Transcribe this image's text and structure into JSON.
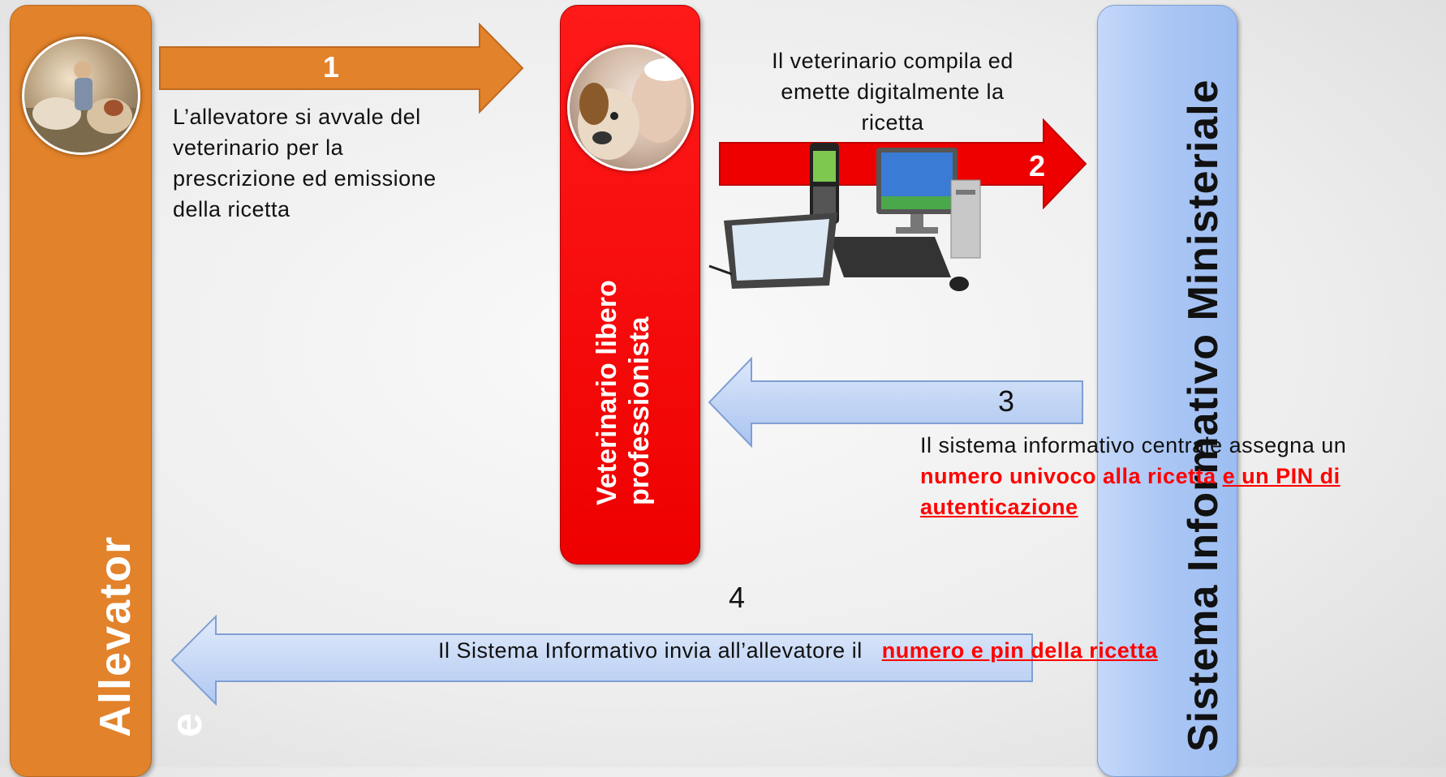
{
  "columns": {
    "allevatore": {
      "label_main": "Allevator",
      "label_tail": "e",
      "color": "#e2822a"
    },
    "veterinario": {
      "line1": "Veterinario libero",
      "line2": "professionista",
      "color": "#ee0000"
    },
    "sistema": {
      "label": "Sistema Informativo  Ministeriale",
      "color": "#aac6f4"
    }
  },
  "steps": {
    "step1": {
      "number": "1",
      "text_lines": [
        "L’allevatore si avvale del",
        "veterinario per la",
        "prescrizione ed emissione",
        "della ricetta"
      ]
    },
    "step2": {
      "number": "2",
      "text_lines": [
        "Il veterinario compila ed",
        "emette   digitalmente la",
        "ricetta"
      ]
    },
    "step3": {
      "number": "3",
      "text_plain": "Il sistema informativo  centrale assegna un",
      "text_red_1": "numero univoco alla  ricetta ",
      "text_red_2": "e un PIN di",
      "text_red_3": "autenticazione"
    },
    "step4": {
      "number": "4",
      "text_plain": "Il  Sistema  Informativo invia    all’allevatore il",
      "text_red": "numero e pin  della ricetta"
    }
  },
  "icons": [
    "farmer-photo",
    "vet-dog-photo",
    "devices-illustration"
  ]
}
